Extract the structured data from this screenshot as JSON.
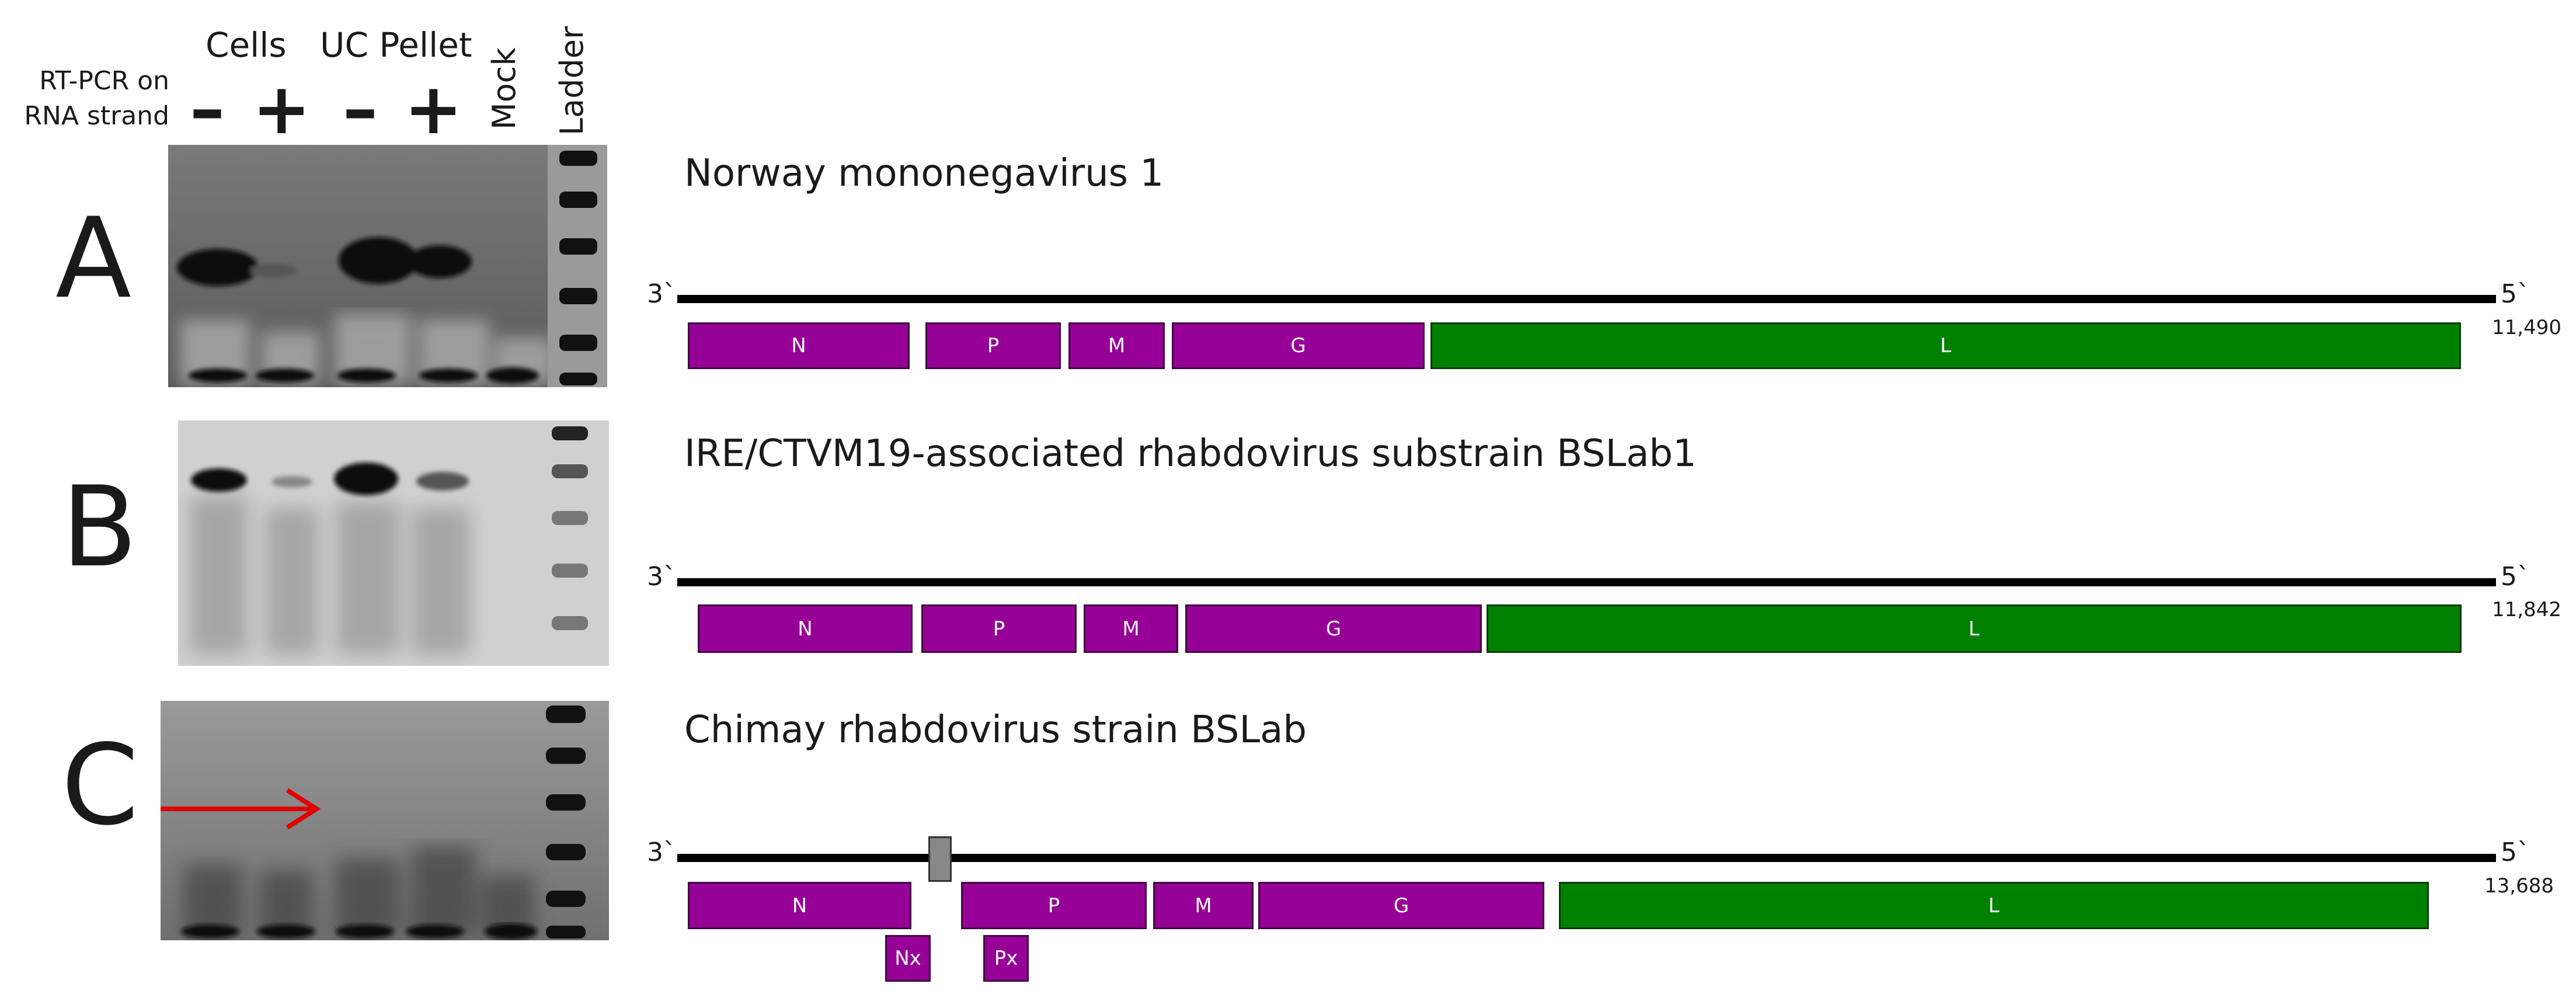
{
  "header": {
    "cells": "Cells",
    "uc_pellet": "UC Pellet",
    "rtpcr_line1": "RT-PCR on",
    "rtpcr_line2": "RNA strand",
    "minus": "–",
    "plus": "+",
    "mock": "Mock",
    "ladder": "Ladder"
  },
  "panels": [
    {
      "letter": "A",
      "title": "Norway mononegavirus 1",
      "three_prime": "3`",
      "five_prime": "5`",
      "length": "11,490",
      "genes": [
        "N",
        "P",
        "M",
        "G",
        "L"
      ]
    },
    {
      "letter": "B",
      "title": "IRE/CTVM19-associated rhabdovirus substrain BSLab1",
      "three_prime": "3`",
      "five_prime": "5`",
      "length": "11,842",
      "genes": [
        "N",
        "P",
        "M",
        "G",
        "L"
      ]
    },
    {
      "letter": "C",
      "title": "Chimay rhabdovirus strain BSLab",
      "three_prime": "3`",
      "five_prime": "5`",
      "length": "13,688",
      "genes": [
        "N",
        "P",
        "M",
        "G",
        "L",
        "Nx",
        "Px"
      ]
    }
  ],
  "colors": {
    "gene_purple": "#960096",
    "gene_green": "#008000",
    "arrow": "#e00000"
  }
}
